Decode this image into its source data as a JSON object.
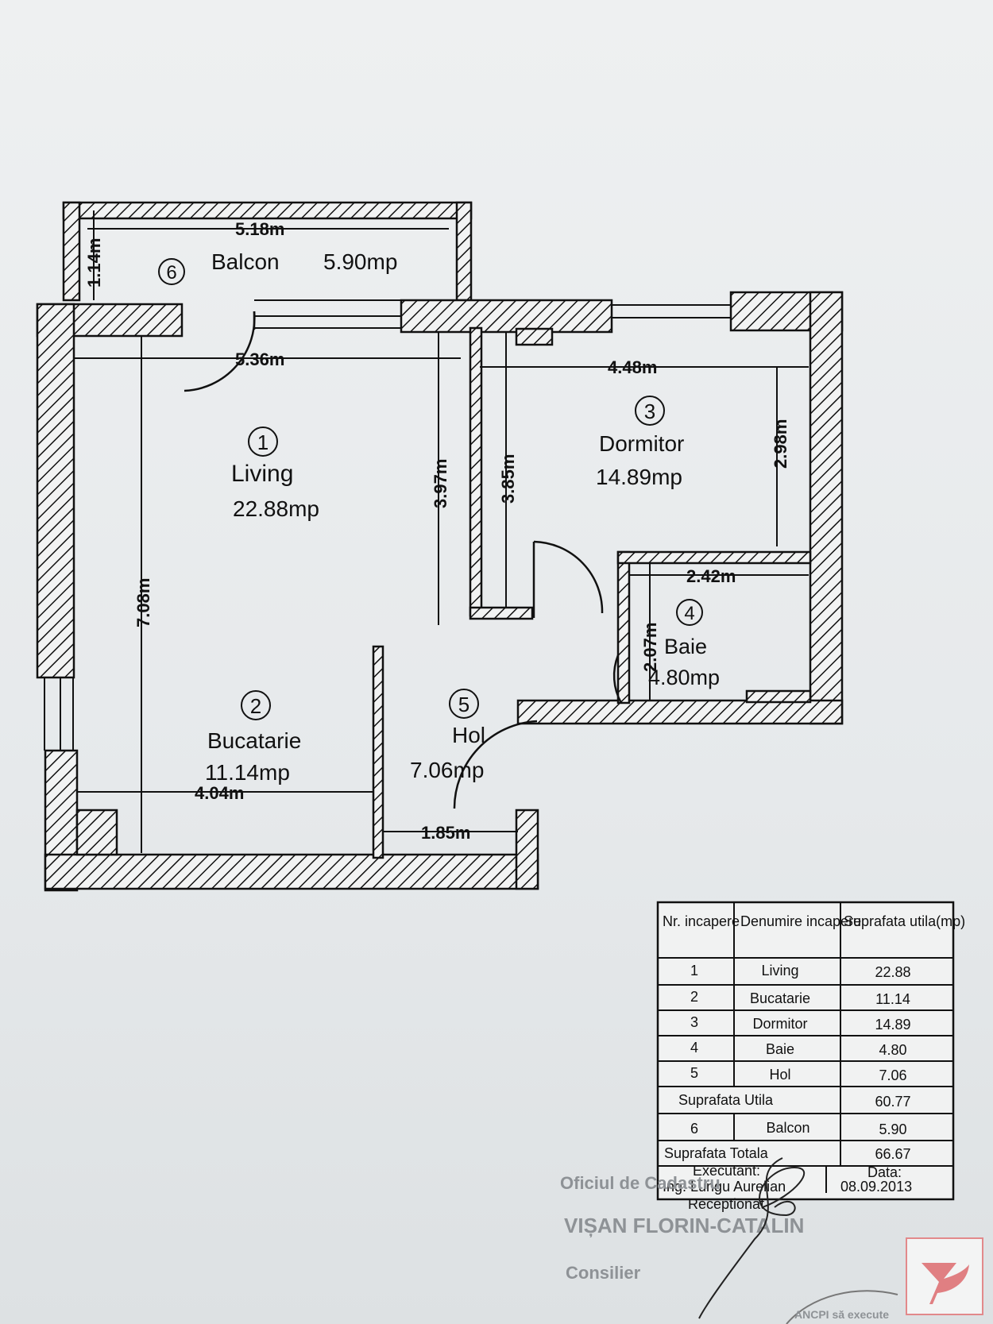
{
  "rooms": [
    {
      "nr": "1",
      "name": "Living",
      "area": "22.88mp"
    },
    {
      "nr": "2",
      "name": "Bucatarie",
      "area": "11.14mp"
    },
    {
      "nr": "3",
      "name": "Dormitor",
      "area": "14.89mp"
    },
    {
      "nr": "4",
      "name": "Baie",
      "area": "4.80mp"
    },
    {
      "nr": "5",
      "name": "Hol",
      "area": "7.06mp"
    },
    {
      "nr": "6",
      "name": "Balcon",
      "area": "5.90mp"
    }
  ],
  "dimensions": {
    "balcon_width": "5.18m",
    "balcon_depth": "1.14m",
    "living_width": "5.36m",
    "dormitor_width": "4.48m",
    "dormitor_depth": "2.98m",
    "living_depth": "7.08m",
    "wall_a": "3.97m",
    "wall_b": "3.85m",
    "baie_width": "2.42m",
    "baie_depth": "2.07m",
    "bucatarie_width": "4.04m",
    "hol_width": "1.85m"
  },
  "table": {
    "headers": [
      "Nr. incapere",
      "Denumire incapere",
      "Suprafata utila(mp)"
    ],
    "rows": [
      {
        "nr": "1",
        "name": "Living",
        "value": "22.88"
      },
      {
        "nr": "2",
        "name": "Bucatarie",
        "value": "11.14"
      },
      {
        "nr": "3",
        "name": "Dormitor",
        "value": "14.89"
      },
      {
        "nr": "4",
        "name": "Baie",
        "value": "4.80"
      },
      {
        "nr": "5",
        "name": "Hol",
        "value": "7.06"
      }
    ],
    "suprafata_utila_label": "Suprafata Utila",
    "suprafata_utila_value": "60.77",
    "balcon_row": {
      "nr": "6",
      "name": "Balcon",
      "value": "5.90"
    },
    "suprafata_totala_label": "Suprafata Totala",
    "suprafata_totala_value": "66.67",
    "executant_label": "Executant:",
    "executant_name": "Ing. Lungu Aurelian",
    "data_label": "Data:",
    "data_value": "08.09.2013",
    "receptionat_label": "Receptionat"
  },
  "stamp": {
    "line1": "Oficiul de Cadastru",
    "line2": "VIȘAN FLORIN-CATALIN",
    "line3": "Consilier",
    "seal_text": "ANCPI să execute"
  }
}
